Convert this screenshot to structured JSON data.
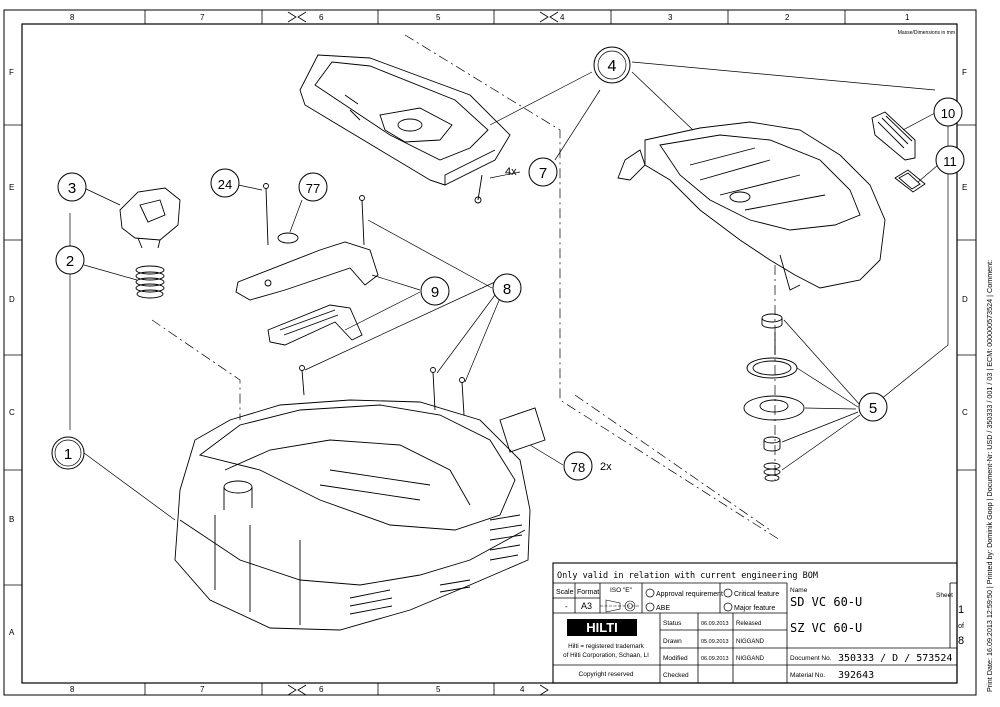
{
  "frame": {
    "top_cols": [
      "8",
      "7",
      "6",
      "5",
      "4",
      "3",
      "2",
      "1"
    ],
    "bottom_cols": [
      "8",
      "7",
      "6",
      "5",
      "4"
    ],
    "rows": [
      "F",
      "E",
      "D",
      "C",
      "B",
      "A"
    ],
    "dims_note": "Masse/Dimensions in mm",
    "side_text": "Print Date: 16.09.2013 12:59:50 | Printed by: Dominik Goop | Document-Nr: USD / 350333 / 001 / 03 | ECM: 000000573524 | Comment:"
  },
  "callouts": [
    {
      "id": "1",
      "label": "1",
      "circled": true
    },
    {
      "id": "2",
      "label": "2"
    },
    {
      "id": "3",
      "label": "3"
    },
    {
      "id": "4",
      "label": "4",
      "circled": true
    },
    {
      "id": "5",
      "label": "5"
    },
    {
      "id": "7",
      "label": "7",
      "qty": "4x"
    },
    {
      "id": "8",
      "label": "8"
    },
    {
      "id": "9",
      "label": "9"
    },
    {
      "id": "10",
      "label": "10"
    },
    {
      "id": "11",
      "label": "11"
    },
    {
      "id": "24",
      "label": "24"
    },
    {
      "id": "77",
      "label": "77"
    },
    {
      "id": "78",
      "label": "78",
      "qty": "2x"
    }
  ],
  "title_block": {
    "note": "Only valid in relation with current engineering BOM",
    "scale_label": "Scale",
    "scale_value": "-",
    "format_label": "Format",
    "format_value": "A3",
    "iso_label": "ISO \"E\"",
    "approval_req": "Approval requirement",
    "abe": "ABE",
    "critical_feature": "Critical feature",
    "major_feature": "Major feature",
    "name_label": "Name",
    "name_line1": "SD VC 60-U",
    "name_line2": "SZ VC 60-U",
    "sheet_label": "Sheet",
    "sheet_value": "1",
    "of_label": "of",
    "of_value": "8",
    "logo": "HILTI",
    "trademark_line1": "Hilti = registered trademark",
    "trademark_line2": "of Hilti Corporation, Schaan, LI",
    "copyright": "Copyright reserved",
    "rows": [
      {
        "label": "Status",
        "date": "06.09.2013",
        "value": "Released"
      },
      {
        "label": "Drawn",
        "date": "05.09.2013",
        "value": "NIGGAND"
      },
      {
        "label": "Modified",
        "date": "06.09.2013",
        "value": "NIGGAND"
      },
      {
        "label": "Checked",
        "date": "",
        "value": ""
      }
    ],
    "doc_no_label": "Document No.",
    "doc_no_value": "350333 / D / 573524",
    "material_no_label": "Material No.",
    "material_no_value": "392643"
  }
}
